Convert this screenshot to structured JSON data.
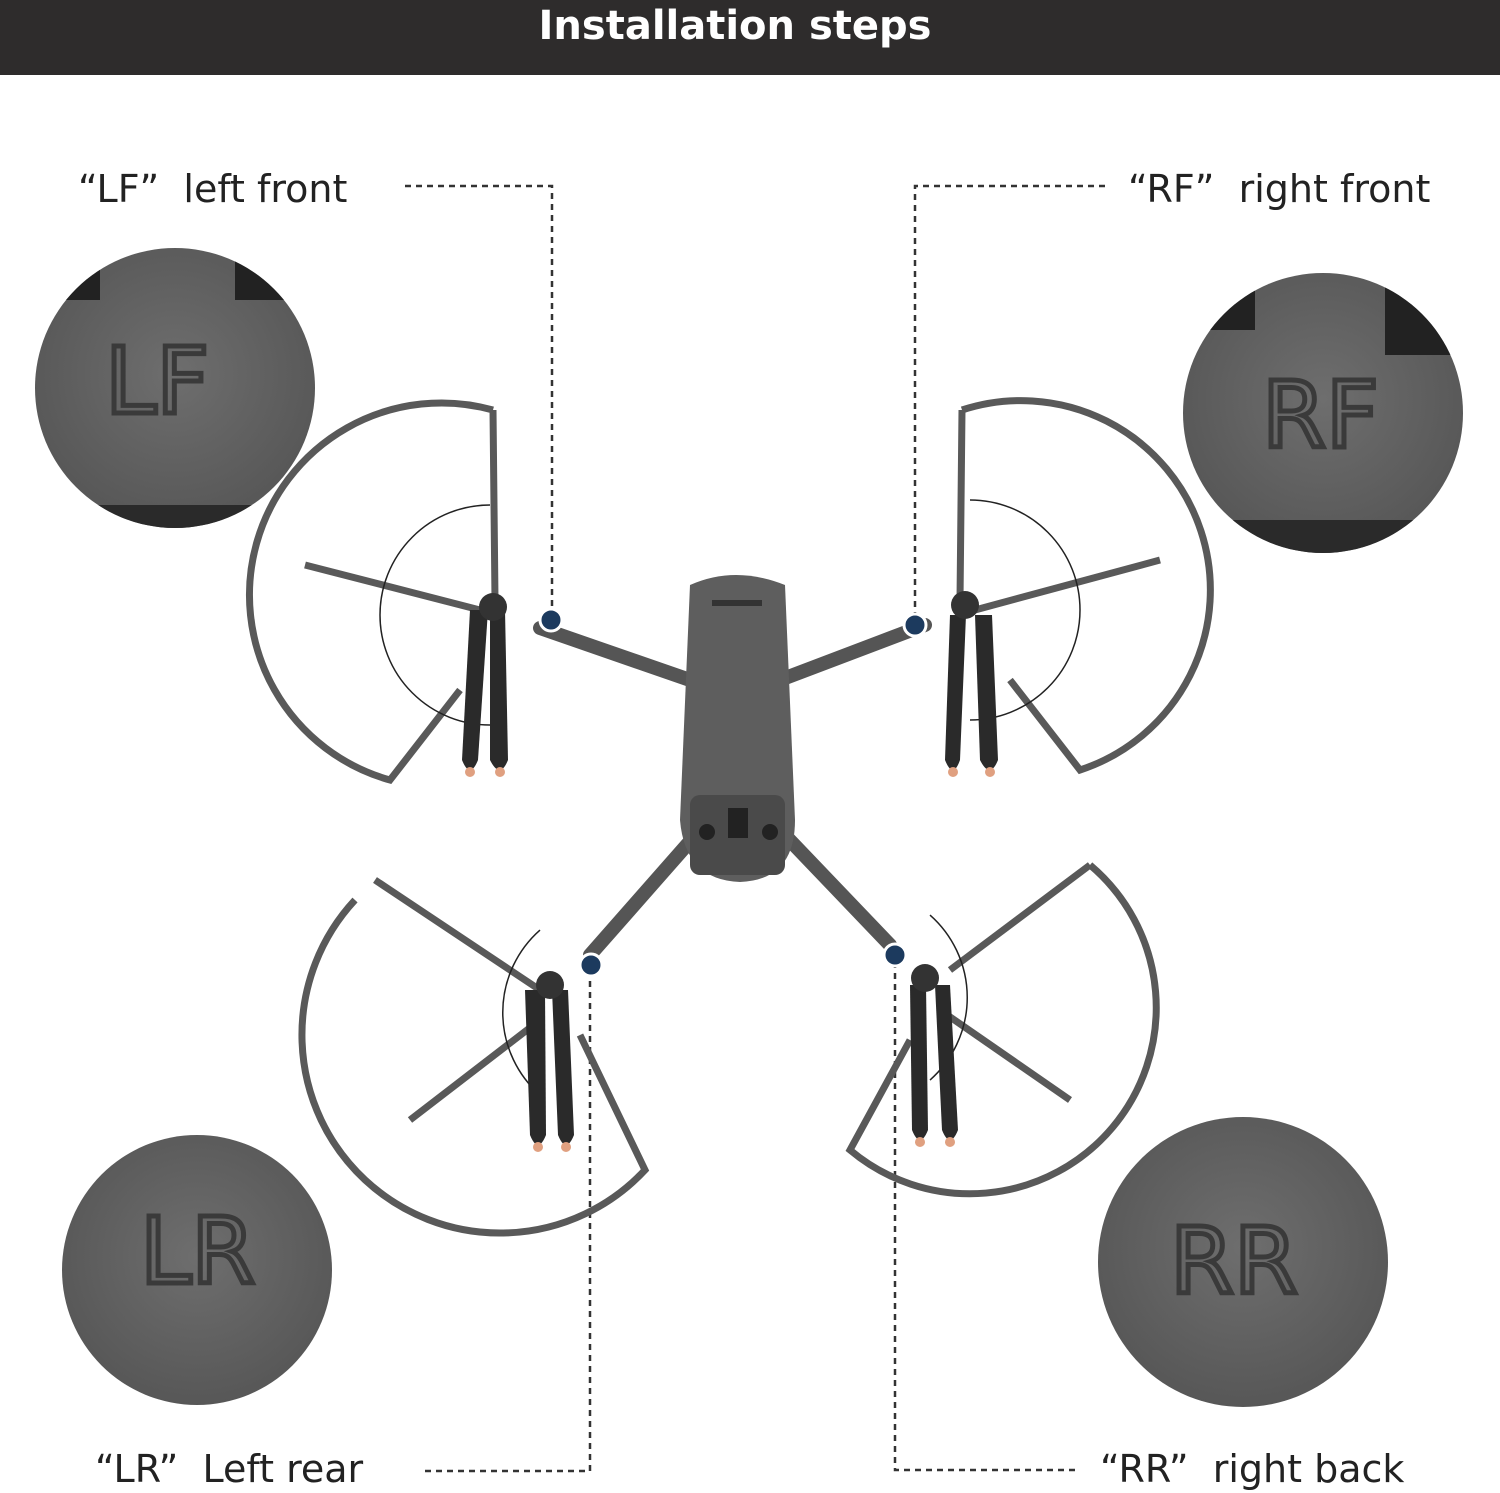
{
  "header": {
    "title": "Installation steps"
  },
  "labels": {
    "lf": "“LF”  left front",
    "rf": "“RF”  right front",
    "lr": "“LR”  Left rear",
    "rr": "“RR”  right back"
  },
  "closeups": {
    "lf": "LF",
    "rf": "RF",
    "lr": "LR",
    "rr": "RR"
  },
  "colors": {
    "header_bg": "#2e2c2c",
    "marker": "#1c3a5e",
    "drone": "#5a5a5a"
  }
}
